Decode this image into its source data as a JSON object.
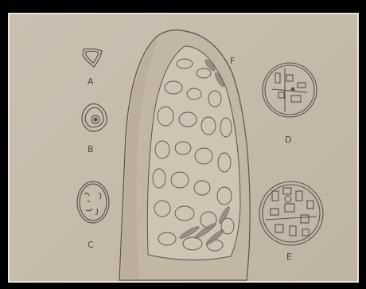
{
  "labels": {
    "a": "A",
    "b": "B",
    "c": "C",
    "d": "D",
    "e": "E",
    "f": "F"
  },
  "colors": {
    "paper": "#c8bdae",
    "ink": "#5a544d",
    "frame": "#000000"
  }
}
